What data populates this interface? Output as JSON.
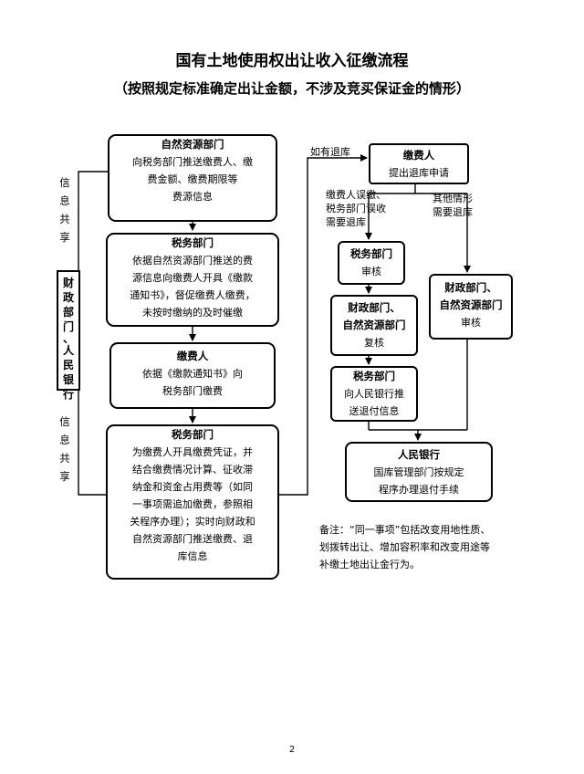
{
  "title": "国有土地使用权出让收入征缴流程",
  "subtitle": "（按照规定标准确定出让金额，不涉及竞买保证金的情形）",
  "left_flow": [
    {
      "head": "自然资源部门",
      "body": [
        "向税务部门推送缴费人、缴",
        "费金额、缴费期限等",
        "费源信息"
      ]
    },
    {
      "head": "税务部门",
      "body": [
        "依据自然资源部门推送的费",
        "源信息向缴费人开具《缴款",
        "通知书》，督促缴费人缴费，",
        "未按时缴纳的及时催缴"
      ]
    },
    {
      "head": "缴费人",
      "body": [
        "依据《缴款通知书》向",
        "税务部门缴费"
      ]
    },
    {
      "head": "税务部门",
      "body": [
        "为缴费人开具缴费凭证，并",
        "结合缴费情况计算、征收滞",
        "纳金和资金占用费等（如同",
        "一事项需追加缴费，参照相",
        "关程序办理）；实时向财政和",
        "自然资源部门推送缴费、退",
        "库信息"
      ]
    }
  ],
  "side": {
    "info_share_top": [
      "信",
      "息",
      "共",
      "享"
    ],
    "info_share_bottom": [
      "信",
      "息",
      "共",
      "享"
    ],
    "finance_bank": [
      "财",
      "政",
      "部",
      "门",
      "、",
      "人",
      "民",
      "银",
      "行"
    ]
  },
  "right_flow": {
    "refund_label": "如有退库",
    "payer": {
      "head": "缴费人",
      "body": [
        "提出退库申请"
      ]
    },
    "branch_left": [
      "缴费人误缴、",
      "税务部门误收",
      "需要退库"
    ],
    "branch_right": [
      "其他情形",
      "需要退库"
    ],
    "tax_review": {
      "head": "税务部门",
      "body": [
        "审核"
      ]
    },
    "recheck": {
      "head": [
        "财政部门、",
        "自然资源部门"
      ],
      "body": [
        "复核"
      ]
    },
    "other_review": {
      "head": [
        "财政部门、",
        "自然资源部门"
      ],
      "body": [
        "审核"
      ]
    },
    "tax_push": {
      "head": "税务部门",
      "body": [
        "向人民银行推",
        "送退付信息"
      ]
    },
    "bank": {
      "head": "人民银行",
      "body": [
        "国库管理部门按规定",
        "程序办理退付手续"
      ]
    }
  },
  "note": [
    "备注：“同一事项”包括改变用地性质、",
    "划拨转出让、增加容积率和改变用途等",
    "补缴土地出让金行为。"
  ],
  "page_number": "2"
}
